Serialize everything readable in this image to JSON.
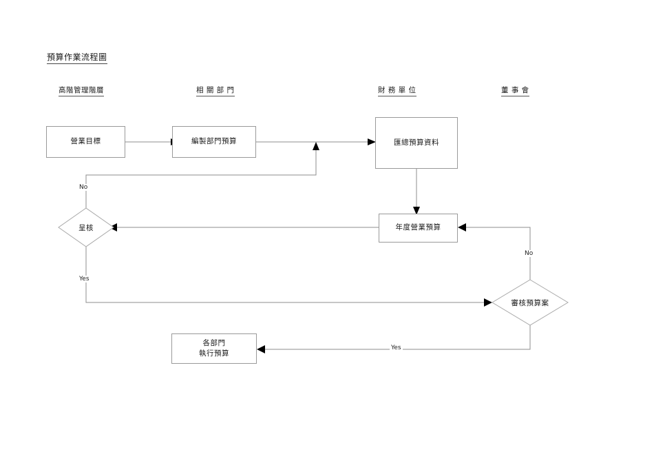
{
  "document": {
    "title": "預算作業流程圖"
  },
  "columns": [
    {
      "id": "senior-management",
      "label": "高階管理階層"
    },
    {
      "id": "related-departments",
      "label": "相  關  部  門"
    },
    {
      "id": "finance-unit",
      "label": "財  務  單  位"
    },
    {
      "id": "board-of-directors",
      "label": "董  事  會"
    }
  ],
  "nodes": [
    {
      "id": "business-target",
      "label": "營業目標",
      "shape": "process"
    },
    {
      "id": "prepare-department-budget",
      "label": "編製部門預算",
      "shape": "process"
    },
    {
      "id": "consolidate-budget-data",
      "label": "匯總預算資料",
      "shape": "process"
    },
    {
      "id": "annual-operating-budget",
      "label": "年度營業預算",
      "shape": "process"
    },
    {
      "id": "submit-for-approval",
      "label": "呈核",
      "shape": "decision"
    },
    {
      "id": "review-budget-proposal",
      "label": "審核預算案",
      "shape": "decision"
    },
    {
      "id": "departments-execute-budget",
      "label": "各部門\n執行預算",
      "shape": "process"
    }
  ],
  "edge_labels": {
    "submit_no": "No",
    "submit_yes": "Yes",
    "review_no": "No",
    "review_yes": "Yes"
  },
  "colors": {
    "box_border": "#999999",
    "wire": "#8c8c8c",
    "arrow_head": "#000000",
    "text": "#1a1a1a",
    "background": "#ffffff"
  }
}
